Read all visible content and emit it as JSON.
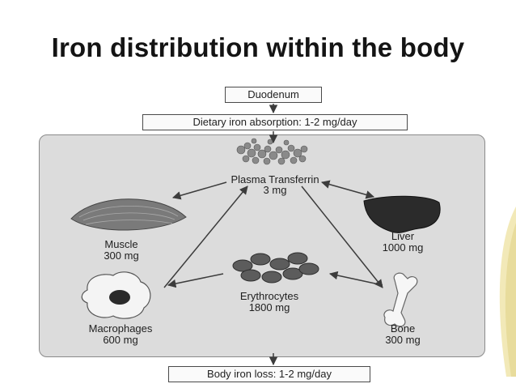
{
  "slide": {
    "title": "Iron distribution within the body"
  },
  "diagram": {
    "top_box": "Duodenum",
    "absorption_box": "Dietary iron absorption: 1-2 mg/day",
    "loss_box": "Body iron loss: 1-2 mg/day",
    "nodes": {
      "transferrin": {
        "name": "Plasma Transferrin",
        "amount": "3 mg"
      },
      "muscle": {
        "name": "Muscle",
        "amount": "300 mg"
      },
      "liver": {
        "name": "Liver",
        "amount": "1000 mg"
      },
      "erythrocytes": {
        "name": "Erythrocytes",
        "amount": "1800 mg"
      },
      "macrophages": {
        "name": "Macrophages",
        "amount": "600 mg"
      },
      "bone": {
        "name": "Bone",
        "amount": "300 mg"
      }
    }
  },
  "colors": {
    "panel": "#dcdcdc",
    "arrow": "#3c3c3c",
    "accent_swoosh": "#f2e9b8"
  }
}
